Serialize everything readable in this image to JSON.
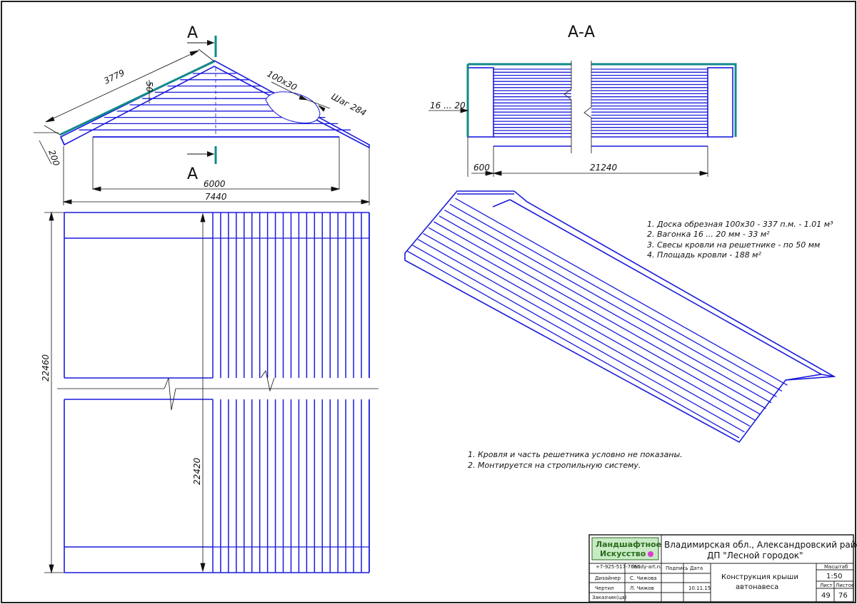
{
  "drawing": {
    "section_mark": "A",
    "section_title": "А-А",
    "dims": {
      "rafter_length": "3779",
      "overhang_50": "50",
      "board_size": "100x30",
      "step": "Шаг 284",
      "overhang_200": "200",
      "span_inner": "6000",
      "span_total": "7440",
      "length_total": "22460",
      "length_inner": "22420",
      "gap": "16 ... 20",
      "end_600": "600",
      "section_len": "21240"
    },
    "spec_notes": [
      "1. Доска обрезная 100х30 - 337 п.м. - 1.01 м³",
      "2. Вагонка 16 ... 20 мм - 33 м²",
      "3. Свесы кровли на решетнике - по 50 мм",
      "4. Площадь кровли - 188 м²"
    ],
    "general_notes": [
      "1. Кровля и часть решетника условно не показаны.",
      "2. Монтируется на стропильную систему."
    ]
  },
  "title_block": {
    "logo_line1": "Ландшафтное",
    "logo_line2": "Искусство",
    "phone": "+7-925-517-7660",
    "site": "landy-art.ru",
    "location_line1": "Владимирская обл., Александровский район,",
    "location_line2": "ДП \"Лесной городок\"",
    "col_sign": "Подпись",
    "col_date": "Дата",
    "row1_role": "Дизайнер",
    "row1_name": "С. Чижова",
    "row2_role": "Чертил",
    "row2_name": "Л. Чижов",
    "row2_date": "10.11.15",
    "row3_role": "Заказчик(ца)",
    "subject_line1": "Конструкция крыши",
    "subject_line2": "автонавеса",
    "scale_label": "Масштаб",
    "scale_value": "1:50",
    "sheet_label": "Лист",
    "sheets_label": "Листов",
    "sheet_value": "49",
    "sheets_value": "76"
  },
  "colors": {
    "line": "#1a1adc",
    "teal": "#128a8a",
    "logo_bg": "#c8ebc4",
    "dot": "#e23ad6"
  }
}
